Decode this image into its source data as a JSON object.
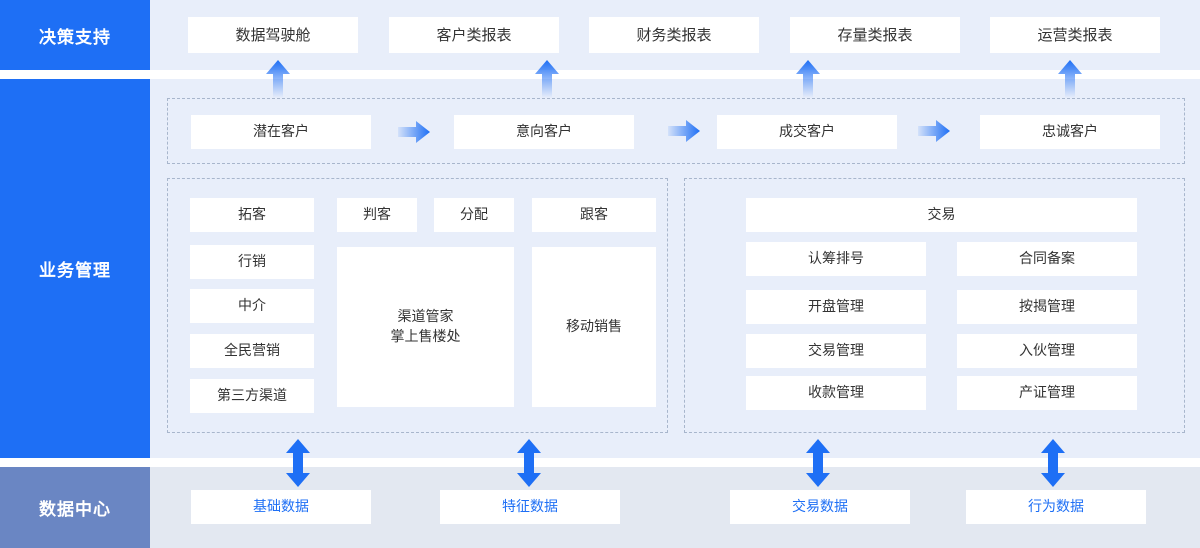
{
  "layers": {
    "decision": "决策支持",
    "business": "业务管理",
    "data": "数据中心"
  },
  "decision_items": [
    "数据驾驶舱",
    "客户类报表",
    "财务类报表",
    "存量类报表",
    "运营类报表"
  ],
  "customer_flow": [
    "潜在客户",
    "意向客户",
    "成交客户",
    "忠诚客户"
  ],
  "left_panel": {
    "expand": "拓客",
    "judge": "判客",
    "assign": "分配",
    "follow": "跟客",
    "channels": [
      "行销",
      "中介",
      "全民营销",
      "第三方渠道"
    ],
    "channel_tool_1": "渠道管家",
    "channel_tool_2": "掌上售楼处",
    "mobile_sales": "移动销售"
  },
  "right_panel": {
    "title": "交易",
    "items": [
      "认筹排号",
      "合同备案",
      "开盘管理",
      "按揭管理",
      "交易管理",
      "入伙管理",
      "收款管理",
      "产证管理"
    ]
  },
  "data_items": [
    "基础数据",
    "特征数据",
    "交易数据",
    "行为数据"
  ],
  "colors": {
    "primary_blue": "#1e6ff5",
    "data_layer": "#6a86c3",
    "band_bg": "#e8eefa"
  }
}
